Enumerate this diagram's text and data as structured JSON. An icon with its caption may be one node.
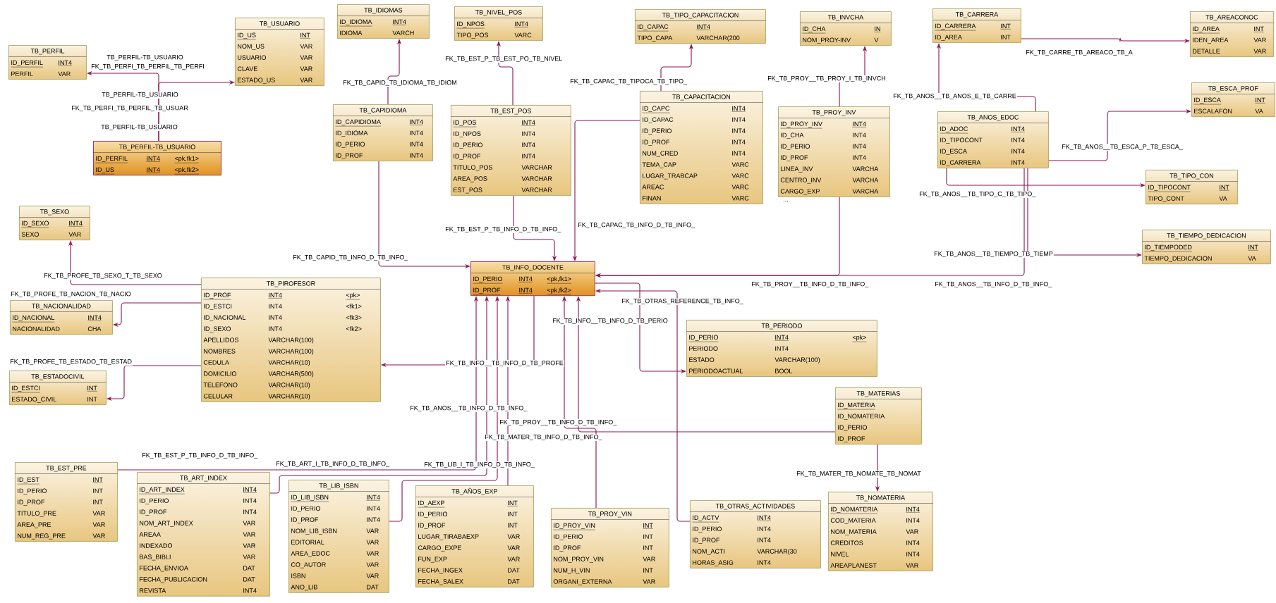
{
  "diagram": {
    "nodes": [
      {
        "text": [
          "TB_PERFIL",
          "ID_PERFIL",
          "INT4",
          "PERFIL",
          "VAR"
        ]
      },
      {
        "text": [
          "TB_USUARIO",
          "ID_US",
          "INT",
          "NOM_US",
          "VAR",
          "USUARIO",
          "VAR",
          "CLAVE",
          "VAR",
          "ESTADO_US",
          "VAR"
        ]
      },
      {
        "text": [
          "TB_IDIOMAS",
          "ID_IDIOMA",
          "INT4",
          "IDIOMA",
          "VARCH"
        ]
      },
      {
        "text": [
          "TB_NIVEL_POS",
          "ID_NPOS",
          "INT4",
          "TIPO_POS",
          "VARC"
        ]
      },
      {
        "text": [
          "TB_TIPO_CAPACITACION",
          "ID_CAPAC",
          "INT4",
          "TIPO_CAPA",
          "VARCHAR(200"
        ]
      },
      {
        "text": [
          "TB_INVCHA",
          "ID_CHA",
          "IN",
          "NOM_PROY-INV",
          "V"
        ]
      },
      {
        "text": [
          "TB_CARRERA",
          "ID_CARRERA",
          "INT",
          "ID_AREA",
          "INT"
        ]
      },
      {
        "text": [
          "TB_AREACONOC",
          "ID_AREA",
          "INT",
          "IDEN_AREA",
          "VAR",
          "DETALLE",
          "VAR"
        ]
      },
      {
        "text": [
          "TB_CAPIDIOMA",
          "ID_CAPIDIOMA",
          "INT4",
          "ID_IDIOMA",
          "INT4",
          "ID_PERIO",
          "INT4",
          "ID_PROF",
          "INT4"
        ]
      },
      {
        "text": [
          "TB_EST_POS",
          "ID_POS",
          "INT4",
          "ID_NPOS",
          "INT4",
          "ID_PERIO",
          "INT4",
          "ID_PROF",
          "INT4",
          "TITULO_POS",
          "VARCHAR",
          "AREA_POS",
          "VARCHAR",
          "EST_POS",
          "VARCHAR"
        ]
      },
      {
        "text": [
          "TB_CAPACITACION",
          "ID_CAPC",
          "INT4",
          "ID_CAPAC",
          "INT4",
          "ID_PERIO",
          "INT4",
          "ID_PROF",
          "INT4",
          "NUM_CRED",
          "INT4",
          "TEMA_CAP",
          "VARC",
          "LUGAR_TRABCAP",
          "VARC",
          "AREAC",
          "VARC",
          "FINAN",
          "VARC"
        ]
      },
      {
        "text": [
          "TB_PROY_INV",
          "ID_PROY_INV",
          "INT4",
          "ID_CHA",
          "INT4",
          "ID_PERIO",
          "INT4",
          "ID_PROF",
          "INT4",
          "LINEA_INV",
          "VARCHA",
          "CENTRO_INV",
          "VARCHA",
          "CARGO_EXP",
          "VARCHA"
        ],
        "beside": [
          "..."
        ]
      },
      {
        "text": [
          "TB_ESCA_PROF",
          "ID_ESCA",
          "INT",
          "ESCALAFON",
          "VA"
        ]
      },
      {
        "text": [
          "TB_ANOS_EDOC",
          "ID_ADOC",
          "INT4",
          "ID_TIPOCONT",
          "INT4",
          "ID_ESCA",
          "INT4",
          "ID_CARRERA",
          "INT4"
        ]
      },
      {
        "text": [
          "TB_PERFIL-TB_USUARIO",
          "ID_PERFIL",
          "INT4",
          "<pk,fk1>",
          "ID_US",
          "INT4",
          "<pk,fk2>"
        ]
      },
      {
        "text": [
          "TB_TIPO_CON",
          "ID_TIPOCONT",
          "INT",
          "TIPO_CONT",
          "VA"
        ]
      },
      {
        "text": [
          "TB_SEXO",
          "ID_SEXO",
          "INT4",
          "SEXO",
          "VAR"
        ]
      },
      {
        "text": [
          "TB_TIEMPO_DEDICACION",
          "ID_TIEMPODED",
          "INT",
          "TIEMPO_DEDICACION",
          "VA"
        ]
      },
      {
        "text": [
          "TB_INFO_DOCENTE",
          "ID_PERIO",
          "INT4",
          "<pk,fk1>",
          "ID_PROF",
          "INT4",
          "<pk,fk2>"
        ]
      },
      {
        "text": [
          "TB_PIROFESOR",
          "ID_PROF",
          "INT4",
          "<pk>",
          "ID_ESTCI",
          "INT4",
          "<fk1>",
          "ID_NACIONAL",
          "INT4",
          "<fk3>",
          "ID_SEXO",
          "INT4",
          "<fk2>",
          "APELLIDOS",
          "VARCHAR(100)",
          "NOMBRES",
          "VARCHAR(100)",
          "CEDULA",
          "VARCHAR(10)",
          "DOMICILIO",
          "VARCHAR(500)",
          "TELEFONO",
          "VARCHAR(10)",
          "CELULAR",
          "VARCHAR(10)"
        ]
      },
      {
        "text": [
          "TB_NACIONALIDAD",
          "ID_NACIONAL",
          "INT4",
          "NACIONALIDAD",
          "CHA"
        ]
      },
      {
        "text": [
          "TB_PERIODO",
          "ID_PERIO",
          "INT4",
          "<pk>",
          "PERIODO",
          "INT4",
          "ESTADO",
          "VARCHAR(100)",
          "PERIODOACTUAL",
          "BOOL"
        ]
      },
      {
        "text": [
          "TB_ESTADOCIVIL",
          "ID_ESTCI",
          "INT",
          "ESTADO_CIVIL",
          "INT"
        ]
      },
      {
        "text": [
          "TB_MATERIAS",
          "ID_MATERIA",
          "ID_NOMATERIA",
          "ID_PERIO",
          "ID_PROF"
        ]
      },
      {
        "text": [
          "TB_EST_PRE",
          "ID_EST",
          "INT",
          "ID_PERIO",
          "INT",
          "ID_PROF",
          "INT",
          "TITULO_PRE",
          "VAR",
          "AREA_PRE",
          "VAR",
          "NUM_REG_PRE",
          "VAR"
        ]
      },
      {
        "text": [
          "TB_ART_INDEX",
          "ID_ART_INDEX",
          "INT4",
          "ID_PERIO",
          "INT4",
          "ID_PROF",
          "INT4",
          "NOM_ART_INDEX",
          "VAR",
          "AREAA",
          "VAR",
          "INDEXADO",
          "VAR",
          "BAS_BIBLI",
          "VAR",
          "FECHA_ENVIOA",
          "DAT",
          "FECHA_PUBLICACION",
          "DAT",
          "REVISTA",
          "INT4"
        ]
      },
      {
        "text": [
          "TB_LIB_ISBN",
          "ID_LIB_ISBN",
          "INT4",
          "ID_PERIO",
          "INT4",
          "ID_PROF",
          "INT4",
          "NOM_LIB_ISBN",
          "VAR",
          "EDITORIAL",
          "VAR",
          "AREA_EDOC",
          "VAR",
          "CO_AUTOR",
          "VAR",
          "ISBN",
          "VAR",
          "ANO_LIB",
          "DAT"
        ]
      },
      {
        "text": [
          "TB_AÑOS_EXP",
          "ID_AEXP",
          "INT",
          "ID_PERIO",
          "INT",
          "ID_PROF",
          "INT",
          "LUGAR_TIRABAEXP",
          "VAR",
          "CARGO_EXPE",
          "VAR",
          "FUN_EXP",
          "VAR",
          "FECHA_INGEX",
          "DAT",
          "FECHA_SALEX",
          "DAT"
        ]
      },
      {
        "text": [
          "TB_NOMATERIA",
          "ID_NOMATERIA",
          "INT4",
          "COD_MATERIA",
          "INT4",
          "NOM_MATERIA",
          "VAR",
          "CREDITOS",
          "INT4",
          "NIVEL",
          "INT4",
          "AREAPLANEST",
          "VAR"
        ]
      },
      {
        "text": [
          "TB_OTRAS_ACTIVIDADES",
          "ID_ACTV",
          "INT4",
          "ID_PERIO",
          "INT4",
          "ID_PROF",
          "INT4",
          "NOM_ACTI",
          "VARCHAR(30",
          "HORAS_ASIG",
          "INT4"
        ]
      },
      {
        "text": [
          "TB_PROY_VIN",
          "ID_PROY_VIN",
          "INT",
          "ID_PERIO",
          "INT",
          "ID_PROF",
          "INT",
          "NOM_PROY_VIN",
          "VAR",
          "NUM_H_VIN",
          "INT",
          "ORGANI_EXTERNA",
          "VAR"
        ]
      }
    ],
    "edges": [
      {
        "from": 14,
        "to": 0,
        "arrow": "to",
        "label": "FK_TB_PERFI_TB_PERFIL_TB_PERFI"
      },
      {
        "from": 14,
        "to": 1,
        "arrow": "to",
        "label": "FK_TB_PERFI_TB_PERFIL_TB_USUAR"
      },
      {
        "from": 8,
        "to": 2,
        "arrow": "to",
        "label": "FK_TB_CAPID_TB_IDIOMA_TB_IDIOM"
      },
      {
        "from": 8,
        "to": 18,
        "arrow": "to",
        "label": "FK_TB_CAPID_TB_INFO_D_TB_INFO_"
      },
      {
        "from": 9,
        "to": 3,
        "arrow": "to",
        "label": "FK_TB_EST_P_TB_EST_PO_TB_NIVEL"
      },
      {
        "from": 10,
        "to": 18,
        "arrow": "to",
        "label": "FK_TB_CAPAC_TB_INFO_D_TB_INFO_"
      },
      {
        "from": 10,
        "to": 4,
        "arrow": "to",
        "label": "FK_TB_CAPAC_TB_TIPOCA_TB_TIPO_"
      },
      {
        "from": 9,
        "to": 18,
        "arrow": "to",
        "label": "FK_TB_EST_P_TB_INFO_D_TB_INFO_"
      },
      {
        "from": 11,
        "to": 5,
        "arrow": "to",
        "label": "FK_TB_PROY__TB_PROY_I_TB_INVCH"
      },
      {
        "from": 11,
        "to": 18,
        "arrow": "to",
        "label": "FK_TB_PROY__TB_INFO_D_TB_INFO_"
      },
      {
        "from": 6,
        "to": 7,
        "arrow": "to",
        "label": "FK_TB_CARRE_TB_AREACO_TB_A"
      },
      {
        "from": 13,
        "to": 6,
        "arrow": "to",
        "label": "FK_TB_ANOS__TB_ANOS_E_TB_CARRE"
      },
      {
        "from": 13,
        "to": 12,
        "arrow": "to",
        "label": "FK_TB_ANOS__TB_ESCA_P_TB_ESCA_"
      },
      {
        "from": 13,
        "to": 15,
        "arrow": "to",
        "label": "FK_TB_ANOS__TB_TIPO_C_TB_TIPO_"
      },
      {
        "from": 13,
        "to": 17,
        "arrow": "to",
        "label": "FK_TB_ANOS__TB_TIEMPO_TB_TIEMP"
      },
      {
        "from": 13,
        "to": 18,
        "arrow": "to",
        "label": "FK_TB_ANOS__TB_INFO_D_TB_INFO_"
      },
      {
        "from": 29,
        "to": 18,
        "arrow": "to",
        "label": "FK_TB_OTRAS_REFERENCE_TB_INFO_"
      },
      {
        "from": 18,
        "to": 21,
        "arrow": "to",
        "label": "FK_TB_INFO__TB_INFO_D_TB_PERIO"
      },
      {
        "from": 18,
        "to": 19,
        "arrow": "to",
        "label": "FK_TB_INFO__TB_INFO_D_TB_PROFE"
      },
      {
        "from": 19,
        "to": 16,
        "arrow": "to",
        "label": "FK_TB_PROFE_TB_SEXO_T_TB_SEXO"
      },
      {
        "from": 19,
        "to": 20,
        "arrow": "to",
        "label": "FK_TB_PROFE_TB_NACION_TB_NACIO"
      },
      {
        "from": 19,
        "to": 22,
        "arrow": "to",
        "label": "FK_TB_PROFE_TB_ESTADO_TB_ESTAD"
      },
      {
        "from": 24,
        "to": 18,
        "arrow": "to",
        "label": "FK_TB_EST_P_TB_INFO_D_TB_INFO_"
      },
      {
        "from": 25,
        "to": 18,
        "arrow": "to",
        "label": "FK_TB_ART_I_TB_INFO_D_TB_INFO_"
      },
      {
        "from": 26,
        "to": 18,
        "arrow": "to",
        "label": "FK_TB_LIB_I_TB_INFO_D_TB_INFO_"
      },
      {
        "from": 27,
        "to": 18,
        "arrow": "to",
        "label": "FK_TB_ANOS__TB_INFO_D_TB_INFO_"
      },
      {
        "from": 30,
        "to": 18,
        "arrow": "to",
        "label": "FK_TB_PROY__TB_INFO_D_TB_INFO_"
      },
      {
        "from": 23,
        "to": 18,
        "arrow": "to",
        "label": "FK_TB_MATER_TB_INFO_D_TB_INFO_"
      },
      {
        "from": 23,
        "to": 28,
        "arrow": "to",
        "label": "FK_TB_MATER_TB_NOMATE_TB_NOMAT"
      }
    ],
    "labels": [
      "TB_PERFIL-TB_USUARIO",
      "TB_PERFIL-TB_USUARIO",
      "TB_PERFIL-TB_USUARIO"
    ]
  }
}
